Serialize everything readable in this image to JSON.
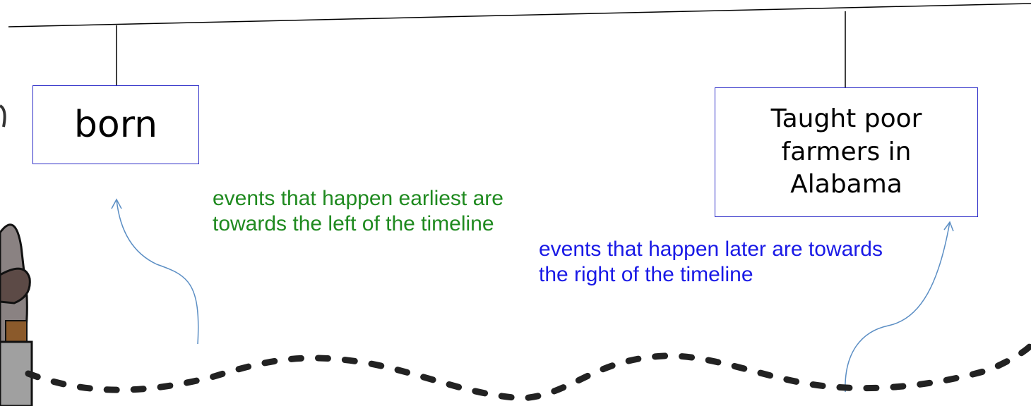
{
  "timeline": {
    "events": [
      {
        "label": "born"
      },
      {
        "label": "Taught poor farmers in Alabama"
      }
    ]
  },
  "notes": {
    "earliest": "events that happen earliest are towards the left of the timeline",
    "later": "events that happen later are towards the right of the timeline"
  },
  "colors": {
    "earliest_note": "#1f8a1f",
    "later_note": "#1a1ae6",
    "box_border": "#2e2ec8",
    "arrow": "#5b8ec4",
    "timeline_line": "#000000",
    "path_dashes": "#222222"
  }
}
